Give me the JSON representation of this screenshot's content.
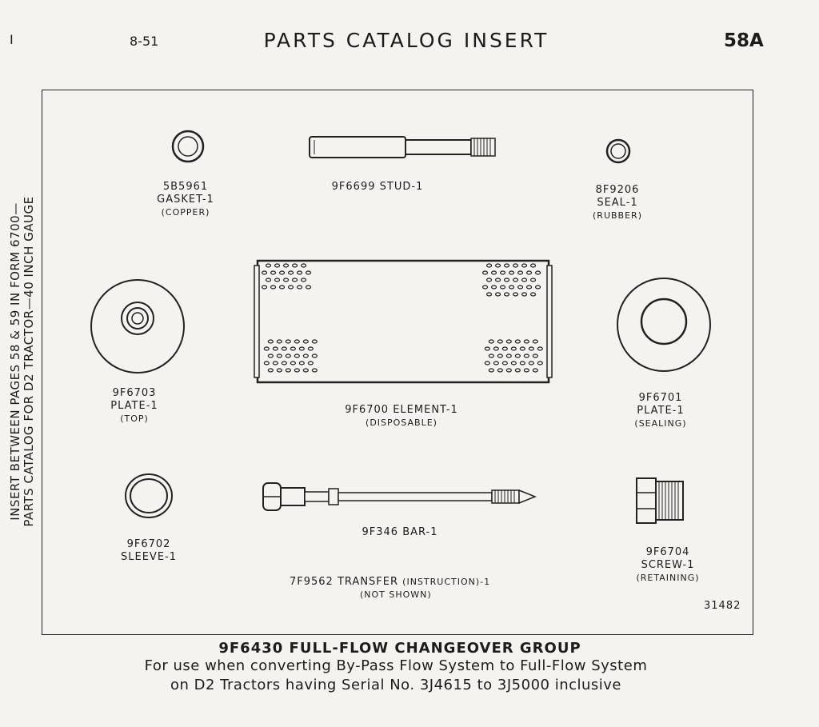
{
  "header": {
    "sheet": "I",
    "date": "8-51",
    "title": "PARTS CATALOG INSERT",
    "page": "58A"
  },
  "side_note": {
    "line1": "INSERT BETWEEN PAGES 58 & 59 IN FORM 6700—",
    "line2": "PARTS CATALOG FOR D2 TRACTOR—40 INCH GAUGE"
  },
  "parts": {
    "gasket": {
      "number": "5B5961",
      "name": "GASKET-1",
      "note": "(COPPER)"
    },
    "stud": {
      "number": "9F6699",
      "name": "STUD-1"
    },
    "seal": {
      "number": "8F9206",
      "name": "SEAL-1",
      "note": "(RUBBER)"
    },
    "plate_top": {
      "number": "9F6703",
      "name": "PLATE-1",
      "note": "(TOP)"
    },
    "element": {
      "number": "9F6700",
      "name": "ELEMENT-1",
      "note": "(DISPOSABLE)"
    },
    "plate_sealing": {
      "number": "9F6701",
      "name": "PLATE-1",
      "note": "(SEALING)"
    },
    "sleeve": {
      "number": "9F6702",
      "name": "SLEEVE-1"
    },
    "bar": {
      "number": "9F346",
      "name": "BAR-1"
    },
    "screw": {
      "number": "9F6704",
      "name": "SCREW-1",
      "note": "(RETAINING)"
    },
    "transfer": {
      "number": "7F9562",
      "name": "TRANSFER",
      "note": "(INSTRUCTION)-1",
      "note2": "(NOT SHOWN)"
    }
  },
  "figure_ref": "31482",
  "caption": {
    "title": "9F6430 FULL-FLOW CHANGEOVER GROUP",
    "line1": "For use when converting By-Pass Flow System to Full-Flow System",
    "line2": "on D2 Tractors having Serial No. 3J4615 to 3J5000 inclusive"
  }
}
